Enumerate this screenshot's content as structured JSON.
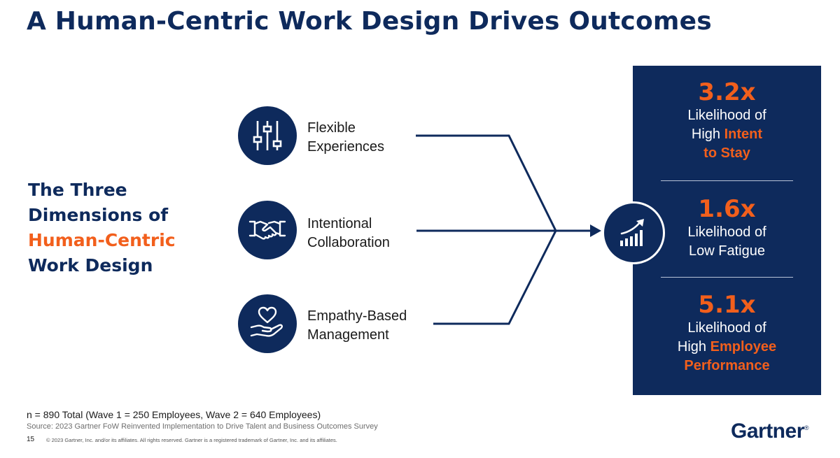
{
  "title": "A Human-Centric Work Design Drives Outcomes",
  "left_heading": {
    "line1": "The Three",
    "line2": "Dimensions of",
    "line3": "Human-Centric",
    "line4": "Work Design"
  },
  "dimensions": [
    {
      "icon": "sliders-icon",
      "line1": "Flexible",
      "line2": "Experiences"
    },
    {
      "icon": "handshake-icon",
      "line1": "Intentional",
      "line2": "Collaboration"
    },
    {
      "icon": "heart-hand-icon",
      "line1": "Empathy-Based",
      "line2": "Management"
    }
  ],
  "center_icon": "trend-chart-icon",
  "outcomes": [
    {
      "value": "3.2x",
      "line1": "Likelihood of",
      "line2_plain": "High ",
      "line2_accent": "Intent",
      "line3_accent": "to Stay"
    },
    {
      "value": "1.6x",
      "line1": "Likelihood of",
      "line2_plain": "Low Fatigue"
    },
    {
      "value": "5.1x",
      "line1": "Likelihood of",
      "line2_plain": "High ",
      "line2_accent": "Employee",
      "line3_accent": "Performance"
    }
  ],
  "footer": {
    "note": "n = 890 Total (Wave 1 = 250 Employees, Wave 2 = 640 Employees)",
    "source": "Source: 2023 Gartner FoW Reinvented Implementation to Drive Talent and Business Outcomes Survey",
    "page_number": "15",
    "copyright": "© 2023 Gartner, Inc. and/or its affiliates. All rights reserved. Gartner is a registered trademark of Gartner, Inc. and its affiliates.",
    "logo": "Gartner",
    "logo_mark": "®"
  },
  "colors": {
    "navy": "#0e2a5c",
    "orange": "#f25f1c"
  }
}
